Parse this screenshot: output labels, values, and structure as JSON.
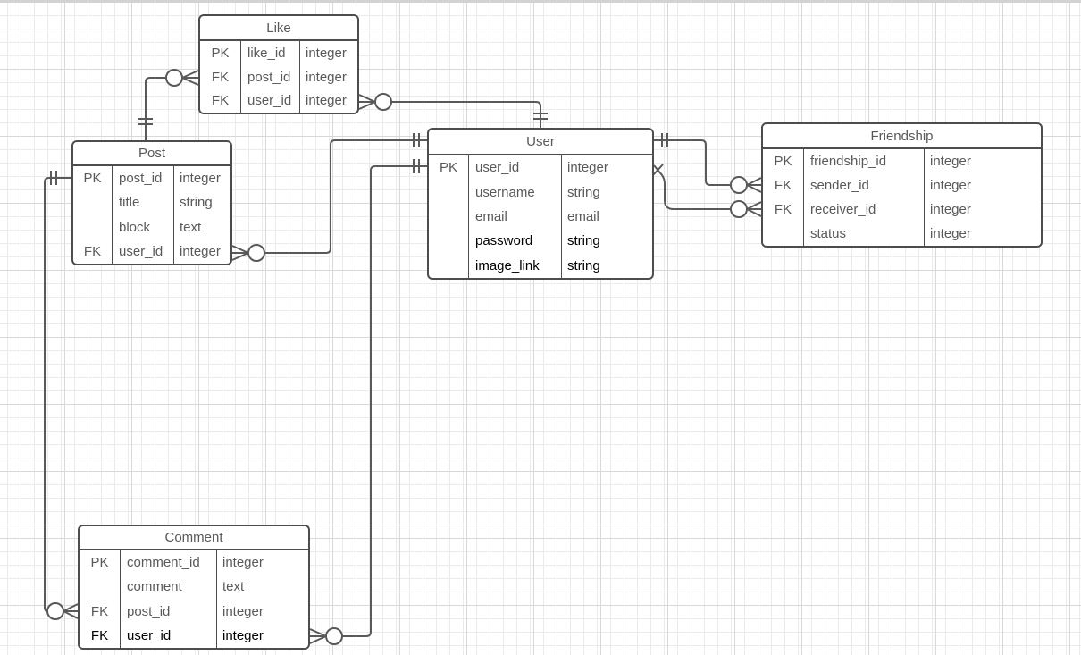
{
  "colors": {
    "edge_stroke": "#595959",
    "table_border": "#4d4d4d",
    "text_gray": "#595959",
    "text_black": "#000000",
    "grid_minor": "#ebebee",
    "grid_major": "#d8d8db",
    "canvas_bg": "#ffffff"
  },
  "diagram": {
    "tables": [
      {
        "name": "Like",
        "rows": [
          {
            "key": "PK",
            "field": "like_id",
            "type": "integer"
          },
          {
            "key": "FK",
            "field": "post_id",
            "type": "integer"
          },
          {
            "key": "FK",
            "field": "user_id",
            "type": "integer"
          }
        ]
      },
      {
        "name": "Post",
        "rows": [
          {
            "key": "PK",
            "field": "post_id",
            "type": "integer"
          },
          {
            "key": "",
            "field": "title",
            "type": "string"
          },
          {
            "key": "",
            "field": "block",
            "type": "text"
          },
          {
            "key": "FK",
            "field": "user_id",
            "type": "integer"
          }
        ]
      },
      {
        "name": "User",
        "rows": [
          {
            "key": "PK",
            "field": "user_id",
            "type": "integer"
          },
          {
            "key": "",
            "field": "username",
            "type": "string"
          },
          {
            "key": "",
            "field": "email",
            "type": "email"
          },
          {
            "key": "",
            "field": "password",
            "type": "string"
          },
          {
            "key": "",
            "field": "image_link",
            "type": "string"
          }
        ]
      },
      {
        "name": "Friendship",
        "rows": [
          {
            "key": "PK",
            "field": "friendship_id",
            "type": "integer"
          },
          {
            "key": "FK",
            "field": "sender_id",
            "type": "integer"
          },
          {
            "key": "FK",
            "field": "receiver_id",
            "type": "integer"
          },
          {
            "key": "",
            "field": "status",
            "type": "integer"
          }
        ]
      },
      {
        "name": "Comment",
        "rows": [
          {
            "key": "PK",
            "field": "comment_id",
            "type": "integer"
          },
          {
            "key": "",
            "field": "comment",
            "type": "text"
          },
          {
            "key": "FK",
            "field": "post_id",
            "type": "integer"
          },
          {
            "key": "FK",
            "field": "user_id",
            "type": "integer"
          }
        ]
      }
    ],
    "connectors": [
      {
        "from": "Like.post_id",
        "to": "Post (top)",
        "from_notation": "zero-or-many",
        "to_notation": "one-and-only-one"
      },
      {
        "from": "Like.user_id",
        "to": "User (top)",
        "from_notation": "zero-or-many",
        "to_notation": "one-and-only-one"
      },
      {
        "from": "Post.user_id",
        "to": "User (left, title)",
        "from_notation": "zero-or-many",
        "to_notation": "one-and-only-one"
      },
      {
        "from": "Comment.user_id",
        "to": "User (left, user_id)",
        "from_notation": "zero-or-many",
        "to_notation": "one-and-only-one"
      },
      {
        "from": "Comment.post_id",
        "to": "Post (left, post_id)",
        "from_notation": "zero-or-many",
        "to_notation": "one-and-only-one"
      },
      {
        "from": "Friendship.sender_id",
        "to": "User (right)",
        "from_notation": "zero-or-many",
        "to_notation": "one-and-only-one"
      },
      {
        "from": "Friendship.receiver_id",
        "to": "User (right)",
        "from_notation": "zero-or-many",
        "to_notation": "one"
      }
    ]
  }
}
